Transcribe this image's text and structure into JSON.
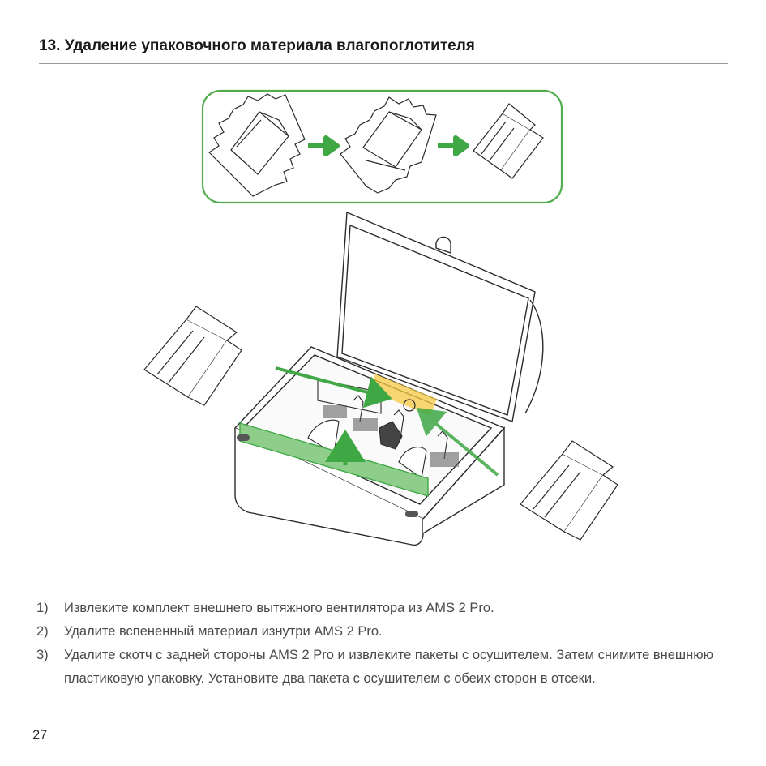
{
  "section": {
    "title": "13. Удаление упаковочного материала влагопоглотителя"
  },
  "steps": [
    {
      "num": "1)",
      "text": "Извлеките комплект внешнего вытяжного вентилятора из AMS 2 Pro."
    },
    {
      "num": "2)",
      "text": "Удалите вспененный материал изнутри AMS 2 Pro."
    },
    {
      "num": "3)",
      "text": "Удалите скотч с задней стороны AMS 2 Pro и извлеките пакеты с осушителем. Затем снимите внешнюю пластиковую упаковку. Установите два пакета с осушителем с обеих сторон в отсеки."
    }
  ],
  "page_number": "27",
  "colors": {
    "accent_green": "#3fa844",
    "callout_border": "#52ad4f",
    "tape_yellow": "#f5c842",
    "line": "#2b2b2b"
  }
}
